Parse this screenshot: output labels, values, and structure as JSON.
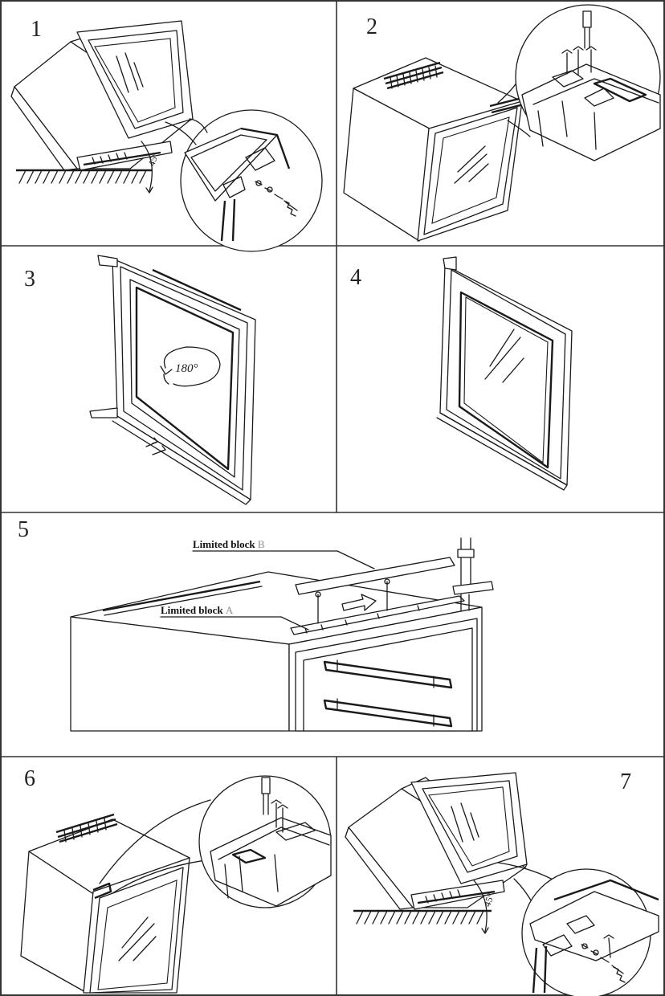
{
  "steps": [
    {
      "number": "1"
    },
    {
      "number": "2"
    },
    {
      "number": "3",
      "rotation_label": "180°"
    },
    {
      "number": "4"
    },
    {
      "number": "5",
      "label_b": {
        "text": "Limited block",
        "suffix": "B"
      },
      "label_a": {
        "text": "Limited block",
        "suffix": "A"
      }
    },
    {
      "number": "6"
    },
    {
      "number": "7"
    }
  ],
  "angle_label": "45°"
}
